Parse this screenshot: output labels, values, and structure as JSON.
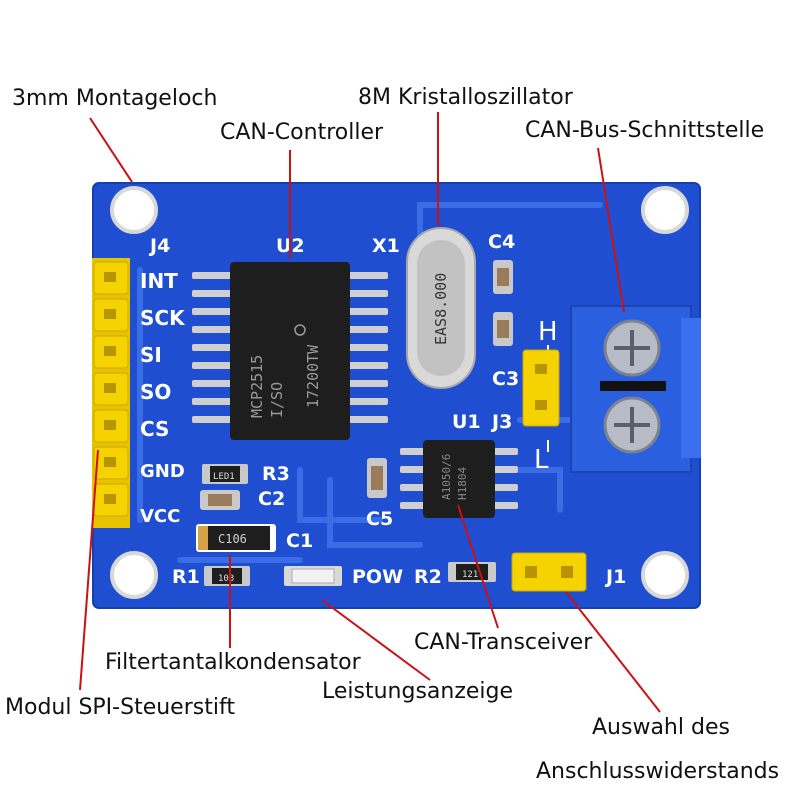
{
  "callouts": {
    "mounting_hole": "3mm Montageloch",
    "crystal": "8M Kristalloszillator",
    "controller": "CAN-Controller",
    "bus_interface": "CAN-Bus-Schnittstelle",
    "filter_cap": "Filtertantalkondensator",
    "power_led": "Leistungsanzeige",
    "spi_pins": "Modul SPI-Steuerstift",
    "transceiver": "CAN-Transceiver",
    "termination_line1": "Auswahl des",
    "termination_line2": "Anschlusswiderstands"
  },
  "silkscreen": {
    "header_ref": "J4",
    "ic_controller_ref": "U2",
    "crystal_ref": "X1",
    "cap_c4": "C4",
    "cap_c3": "C3",
    "jumper_j3": "J3",
    "transceiver_ref": "U1",
    "cap_c5": "C5",
    "res_r3": "R3",
    "cap_c2": "C2",
    "cap_c1": "C1",
    "res_r1": "R1",
    "res_r2": "R2",
    "led_label": "POW",
    "jumper_j1": "J1",
    "bus_h": "H",
    "bus_l": "L",
    "pins": [
      "INT",
      "SCK",
      "SI",
      "SO",
      "CS",
      "GND",
      "VCC"
    ]
  },
  "chips": {
    "controller_line1": "MCP2515",
    "controller_line2": "I/SO",
    "controller_code": "17200TW",
    "crystal_marking": "EAS8.000",
    "transceiver_line1": "A1050/6",
    "transceiver_line2": "H1804",
    "tantalum_marking": "C106",
    "r1_marking": "103",
    "r2_marking": "121",
    "r3_marking": "LED1"
  },
  "colors": {
    "pcb": "#1f4fd0",
    "pcb_trace": "#3a6ce6",
    "header": "#f5d300",
    "terminal": "#2a5fe0",
    "leader": "#cc1111",
    "chip": "#1e1e1e"
  }
}
